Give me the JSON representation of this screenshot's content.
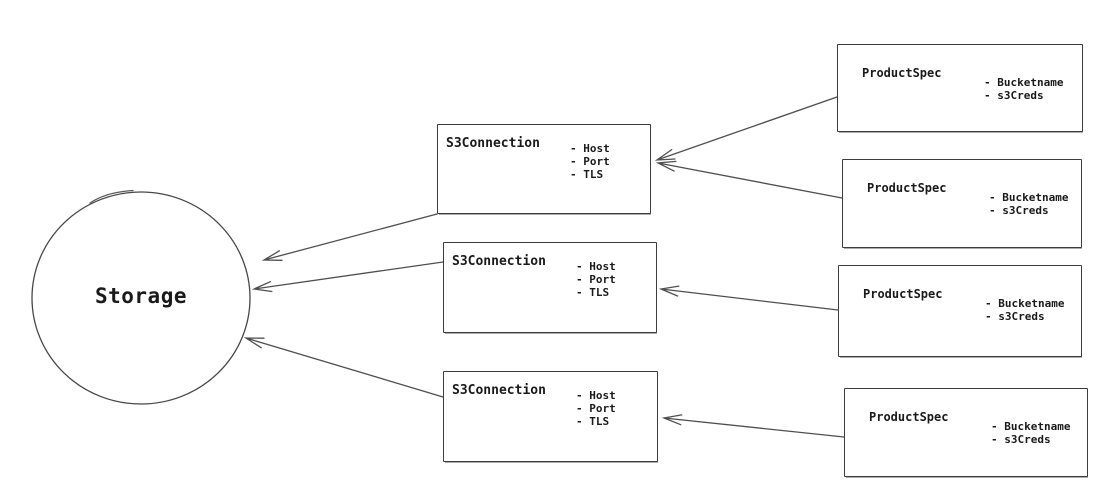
{
  "diagram": {
    "storage": {
      "label": "Storage"
    },
    "s3connections": [
      {
        "title": "S3Connection",
        "attrs": [
          "- Host",
          "- Port",
          "- TLS"
        ]
      },
      {
        "title": "S3Connection",
        "attrs": [
          "- Host",
          "- Port",
          "- TLS"
        ]
      },
      {
        "title": "S3Connection",
        "attrs": [
          "- Host",
          "- Port",
          "- TLS"
        ]
      }
    ],
    "productspecs": [
      {
        "title": "ProductSpec",
        "attrs": [
          "- Bucketname",
          "- s3Creds"
        ]
      },
      {
        "title": "ProductSpec",
        "attrs": [
          "- Bucketname",
          "- s3Creds"
        ]
      },
      {
        "title": "ProductSpec",
        "attrs": [
          "- Bucketname",
          "- s3Creds"
        ]
      },
      {
        "title": "ProductSpec",
        "attrs": [
          "- Bucketname",
          "- s3Creds"
        ]
      }
    ],
    "edges": [
      {
        "from": "ProductSpec-1",
        "to": "S3Connection-1"
      },
      {
        "from": "ProductSpec-2",
        "to": "S3Connection-1"
      },
      {
        "from": "ProductSpec-3",
        "to": "S3Connection-2"
      },
      {
        "from": "ProductSpec-4",
        "to": "S3Connection-3"
      },
      {
        "from": "S3Connection-1",
        "to": "Storage"
      },
      {
        "from": "S3Connection-2",
        "to": "Storage"
      },
      {
        "from": "S3Connection-3",
        "to": "Storage"
      }
    ],
    "colors": {
      "background": "#ffffff",
      "line_stroke": "#4f4f4f",
      "box_border": "#3d3d3d",
      "text": "#1a1a1a"
    }
  }
}
